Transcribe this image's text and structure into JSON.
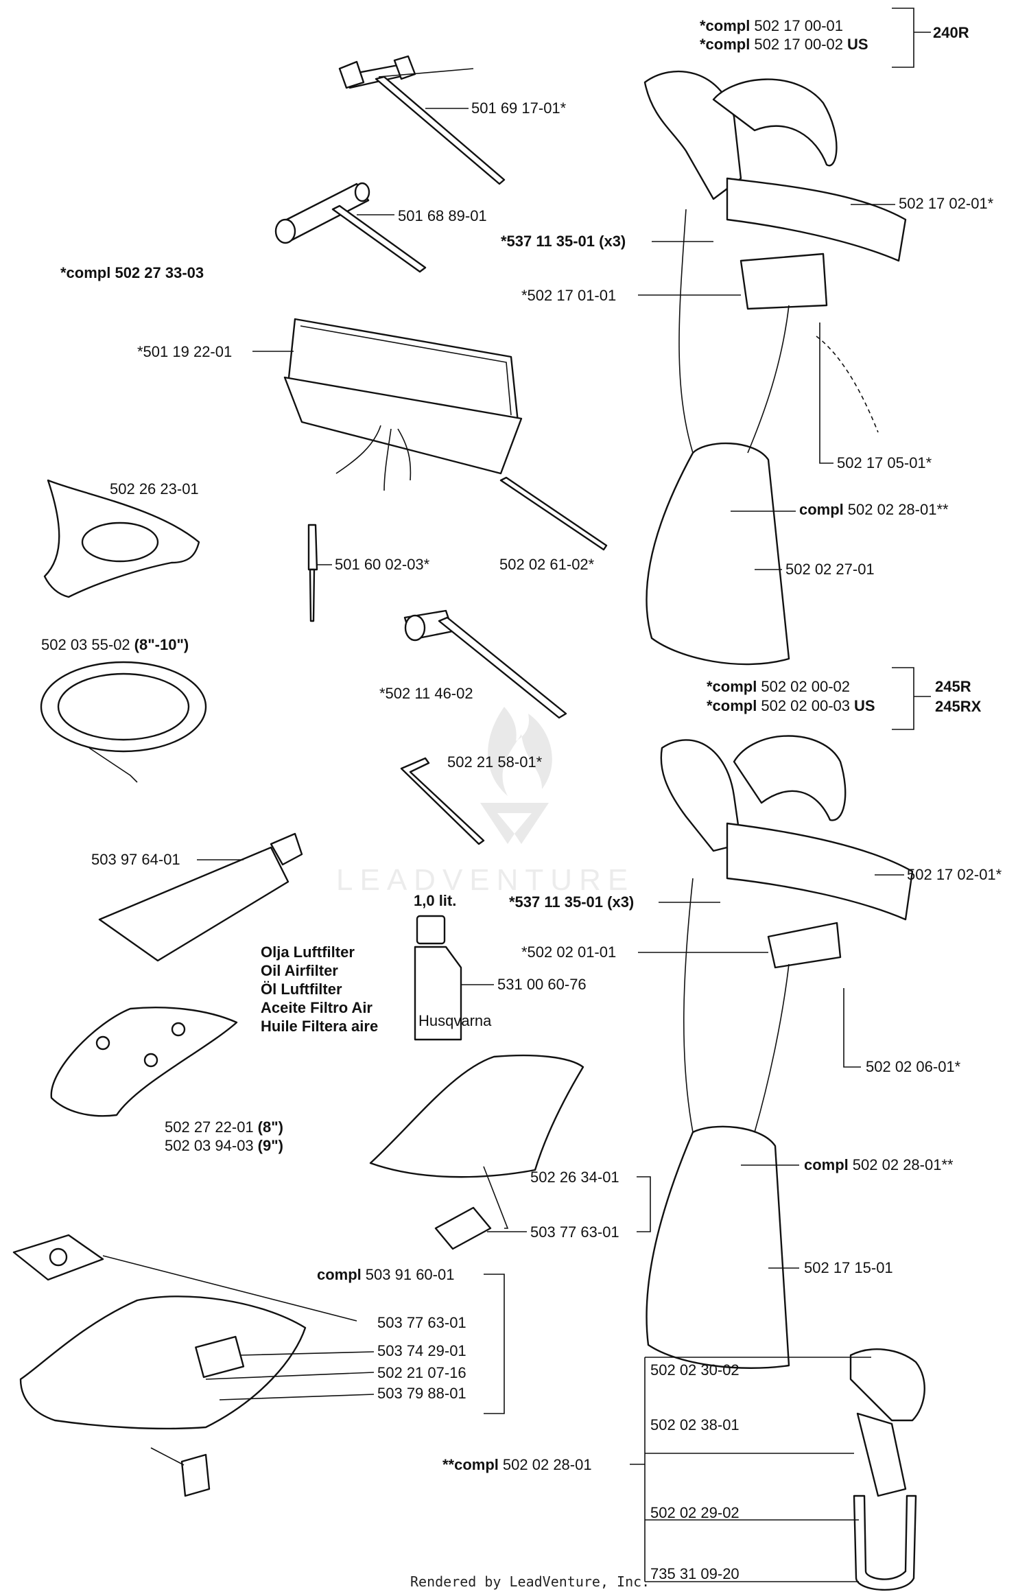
{
  "watermark": {
    "text": "LEADVENTURE"
  },
  "footer": {
    "text": "Rendered by LeadVenture, Inc."
  },
  "labels": {
    "compl_240r_1": {
      "prefix": "*compl",
      "number": "502 17 00-01",
      "suffix": ""
    },
    "compl_240r_2": {
      "prefix": "*compl",
      "number": "502 17 00-02",
      "suffix": "US"
    },
    "model_240r": "240R",
    "tool_501691701": "501 69 17-01*",
    "tool_501688901": "501 68 89-01",
    "harness_537113501_a": "*537 11 35-01 (x3)",
    "kit_502273303": "*compl 502 27 33-03",
    "plate_502170101": "*502 17 01-01",
    "strap_502170201_a": "502 17 02-01*",
    "bag_501192201": "*501 19 22-01",
    "head_502262301": "502 26 23-01",
    "hook_502170501": "502 17 05-01*",
    "hook_compl_a": {
      "prefix": "compl",
      "number": "502 02 28-01**"
    },
    "pin_501600203": "501 60 02-03*",
    "file_502026102": "502 02 61-02*",
    "pad_502022701": "502 02 27-01",
    "ring_502035502": {
      "number": "502 03 55-02",
      "size": "(8\"-10\")"
    },
    "wrench_502114602": "*502 11 46-02",
    "compl_245r_1": {
      "prefix": "*compl",
      "number": "502 02 00-02",
      "suffix": ""
    },
    "compl_245r_2": {
      "prefix": "*compl",
      "number": "502 02 00-03",
      "suffix": "US"
    },
    "model_245r": "245R",
    "model_245rx": "245RX",
    "key_502215801": "502 21 58-01*",
    "grease_503976401": "503 97 64-01",
    "oil_volume": "1,0 lit.",
    "oil_names": [
      "Olja Luftfilter",
      "Oil Airfilter",
      "Öl Luftfilter",
      "Aceite Filtro Air",
      "Huile Filtera aire"
    ],
    "oil_bottle_text": "Husqvarna",
    "oil_531006076": "531 00 60-76",
    "strap_502170201_b": "502 17 02-01*",
    "harness_537113501_b": "*537 11 35-01 (x3)",
    "plate_502020101": "*502 02 01-01",
    "hook_502020601": "502 02 06-01*",
    "guard_1": {
      "number": "502 27 22-01",
      "size": "(8\")"
    },
    "guard_2": {
      "number": "502 03 94-03",
      "size": "(9\")"
    },
    "guard_502263401": "502 26 34-01",
    "plate_503776301_a": "503 77 63-01",
    "hook_compl_b": {
      "prefix": "compl",
      "number": "502 02 28-01**"
    },
    "pad_502171501": "502 17 15-01",
    "guard_compl": {
      "prefix": "compl",
      "number": "503 91 60-01"
    },
    "plate_503776301_b": "503 77 63-01",
    "decal_503742901": "503 74 29-01",
    "screw_502210716": "502 21 07-16",
    "bracket_503798801": "503 79 88-01",
    "hook_parts": [
      "502 02 30-02",
      "502 02 38-01",
      "502 02 29-02",
      "735 31 09-20"
    ],
    "hook_compl_c": {
      "prefix": "**compl",
      "number": "502 02 28-01"
    }
  }
}
